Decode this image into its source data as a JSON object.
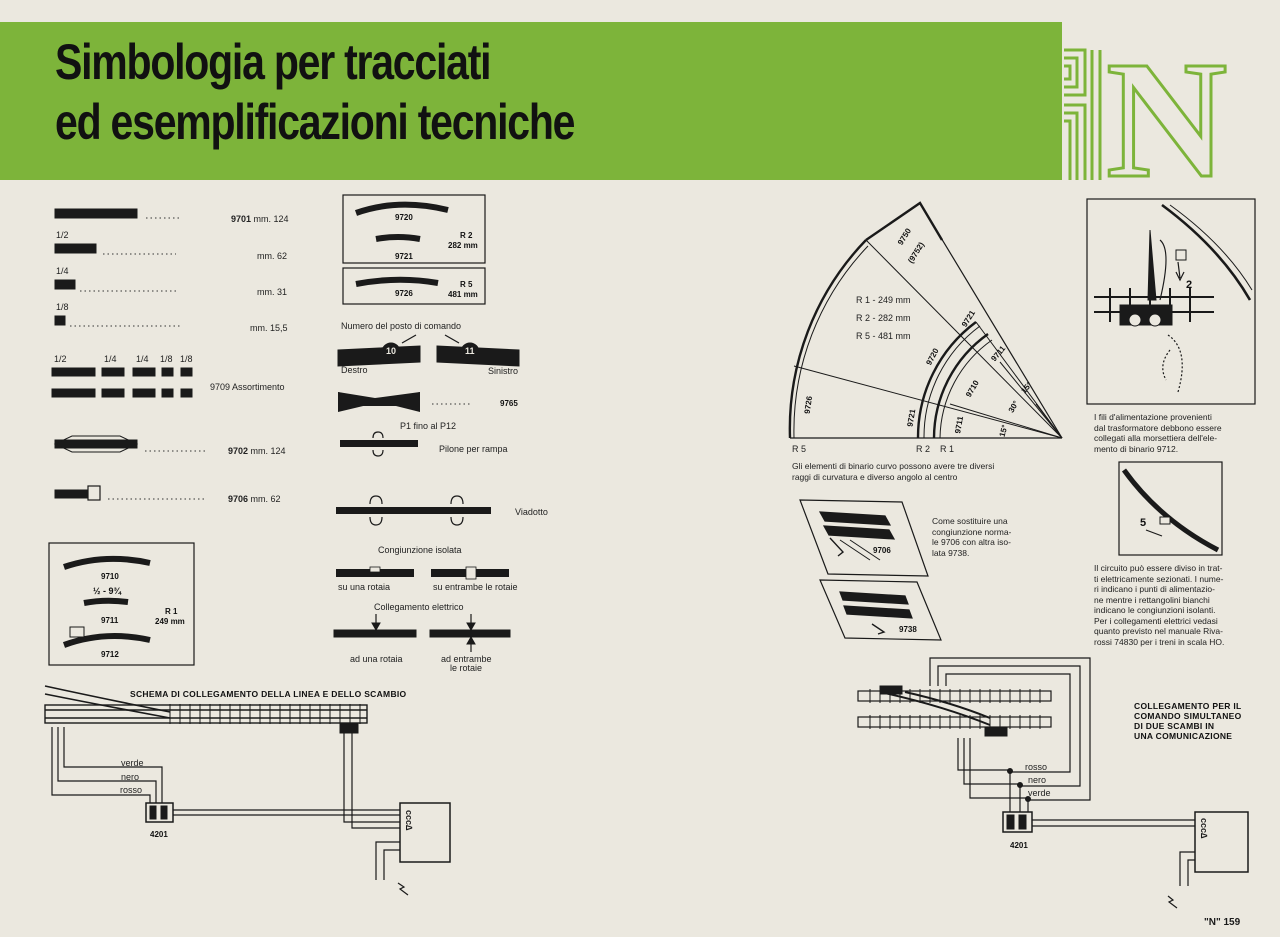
{
  "title": {
    "line1": "Simbologia per tracciati",
    "line2": "ed esemplificazioni tecniche"
  },
  "logo_letter": "N",
  "straight_tracks": [
    {
      "frac": "",
      "code": "9701",
      "length": "mm. 124"
    },
    {
      "frac": "1/2",
      "code": "",
      "length": "mm. 62"
    },
    {
      "frac": "1/4",
      "code": "",
      "length": "mm. 31"
    },
    {
      "frac": "1/8",
      "code": "",
      "length": "mm. 15,5"
    }
  ],
  "assortment": {
    "fracs": [
      "1/2",
      "1/4",
      "1/4",
      "1/8",
      "1/8"
    ],
    "label": "9709 Assortimento"
  },
  "track_9702": {
    "code": "9702",
    "length": "mm. 124"
  },
  "track_9706": {
    "code": "9706",
    "length": "mm. 62"
  },
  "curve_box_a": {
    "top_code": "9720",
    "bottom_code": "9721",
    "radius": "R 2",
    "mm": "282 mm"
  },
  "curve_box_b": {
    "code": "9726",
    "radius": "R 5",
    "mm": "481 mm"
  },
  "curve_box_c": {
    "code1": "9710",
    "code1_sub": "½ - 9¾",
    "code2": "9711",
    "code3": "9712",
    "radius": "R 1",
    "mm": "249 mm"
  },
  "command_post": {
    "title": "Numero del posto di comando",
    "left_num": "10",
    "right_num": "11",
    "left_label": "Destro",
    "right_label": "Sinistro"
  },
  "crossing": {
    "code": "9765"
  },
  "pylon": {
    "top": "P1 fino al P12",
    "label": "Pilone per rampa"
  },
  "viaduct": {
    "label": "Viadotto"
  },
  "insulated": {
    "title": "Congiunzione isolata",
    "left": "su una rotaia",
    "right": "su entrambe le rotaie"
  },
  "electric": {
    "title": "Collegamento elettrico",
    "left": "ad una rotaia",
    "right1": "ad entrambe",
    "right2": "le rotaie"
  },
  "schema_left": {
    "heading": "SCHEMA DI COLLEGAMENTO DELLA LINEA E DELLO SCAMBIO",
    "wires": [
      "verde",
      "nero",
      "rosso"
    ],
    "code": "4201"
  },
  "fan": {
    "radii": [
      "R 1 - 249 mm",
      "R 2 - 282 mm",
      "R 5 - 481 mm"
    ],
    "codes": [
      "9750",
      "(9752)",
      "9721",
      "9720",
      "9711",
      "9710",
      "9726",
      "9721",
      "9711"
    ],
    "angles": [
      "15°",
      "30°",
      "15°"
    ],
    "bottom": [
      "R 5",
      "R 2",
      "R 1"
    ],
    "caption1": "Gli elementi di binario curvo possono avere tre diversi",
    "caption2": "raggi di curvatura e diverso angolo al centro"
  },
  "replace": {
    "code1": "9706",
    "code2": "9738",
    "text": [
      "Come sostituire una",
      "congiunzione norma-",
      "le 9706 con altra iso-",
      "lata 9738."
    ]
  },
  "feed": {
    "num": "2",
    "text": [
      "I fili d'alimentazione provenienti",
      "dal trasformatore debbono essere",
      "collegati alla morsettiera dell'ele-",
      "mento di binario 9712."
    ]
  },
  "circuit": {
    "num": "5",
    "text": [
      "Il circuito può essere diviso in trat-",
      "ti elettricamente sezionati. I nume-",
      "ri indicano i punti di alimentazio-",
      "ne mentre i rettangolini bianchi",
      "indicano le congiunzioni isolanti.",
      "Per i collegamenti elettrici vedasi",
      "quanto previsto nel manuale Riva-",
      "rossi 74830 per i treni in scala HO."
    ]
  },
  "schema_right": {
    "heading": [
      "COLLEGAMENTO PER IL",
      "COMANDO SIMULTANEO",
      "DI DUE SCAMBI IN",
      "UNA COMUNICAZIONE"
    ],
    "wires": [
      "rosso",
      "nero",
      "verde"
    ],
    "code": "4201"
  },
  "footer": "\"N\" 159",
  "colors": {
    "banner": "#7db43a",
    "paper": "#ebe8df",
    "ink": "#1a1a1a"
  }
}
